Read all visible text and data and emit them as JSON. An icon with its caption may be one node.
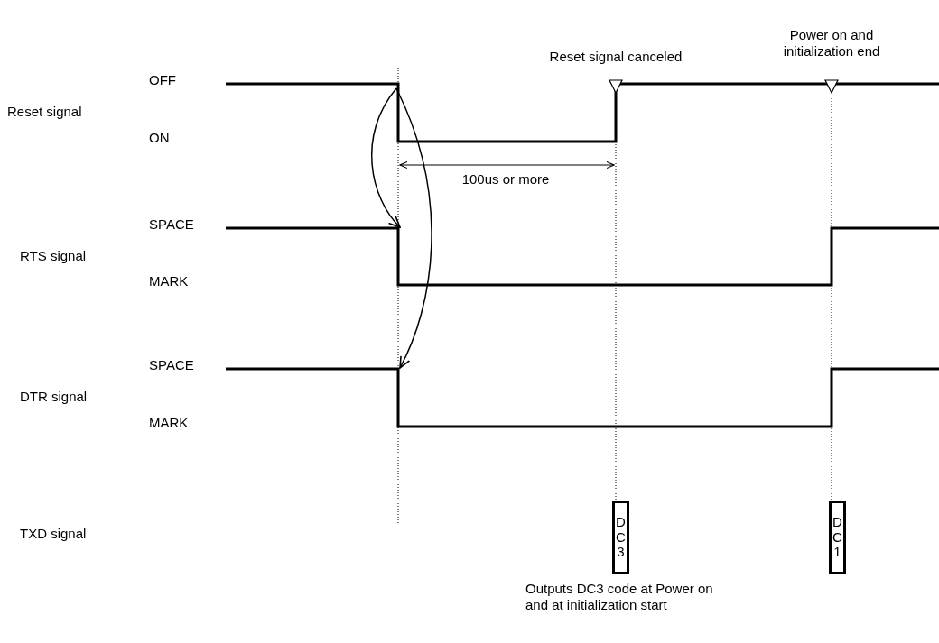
{
  "diagram": {
    "nodes": [
      {
        "text": [
          "DC3"
        ]
      },
      {
        "text": [
          "DC1"
        ]
      }
    ],
    "labels": [
      "Power on and initialization end",
      "Reset signal canceled",
      "OFF",
      "Reset signal",
      "ON",
      "100us or more",
      "SPACE",
      "RTS signal",
      "MARK",
      "SPACE",
      "DTR signal",
      "MARK",
      "TXD signal",
      "Outputs DC3 code at Power on and at initialization start"
    ]
  }
}
